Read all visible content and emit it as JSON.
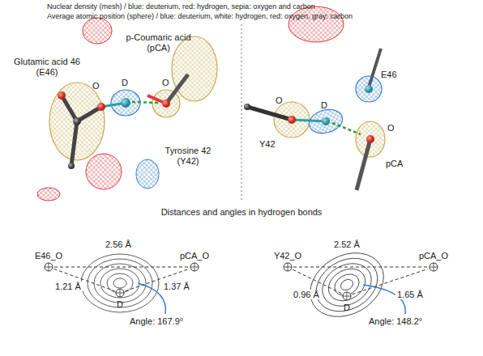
{
  "diagram": {
    "nodes": [
      {
        "text": [
          "E46_O"
        ]
      },
      {
        "text": [
          "pCA_O"
        ]
      },
      {
        "text": [
          "D"
        ]
      },
      {
        "text": [
          "Y42_O"
        ]
      },
      {
        "text": [
          "pCA_O"
        ]
      },
      {
        "text": [
          "D"
        ]
      }
    ],
    "edges": [
      {
        "from": 0,
        "to": 1,
        "arrow": "none",
        "label": "2.56 Å"
      },
      {
        "from": 0,
        "to": 2,
        "arrow": "none",
        "label": "1.21 Å"
      },
      {
        "from": 2,
        "to": 1,
        "arrow": "none",
        "label": "1.37 Å"
      },
      {
        "from": 3,
        "to": 4,
        "arrow": "none",
        "label": "2.52 Å"
      },
      {
        "from": 3,
        "to": 5,
        "arrow": "none",
        "label": "0.96 Å"
      },
      {
        "from": 5,
        "to": 4,
        "arrow": "none",
        "label": "1.65 Å"
      }
    ],
    "labels": [
      "Nuclear density (mesh) / blue: deuterium, red: hydrogen, sepia: oxygen and carbon",
      "Average atomic position (sphere) / blue: deuterium, white: hydrogen, red: oxygen, gray: carbon",
      "Glutamic acid 46 (E46)",
      "p-Coumaric acid (pCA)",
      "O",
      "D",
      "O",
      "Tyrosine 42 (Y42)",
      "E46",
      "O",
      "D",
      "Y42",
      "O",
      "pCA",
      "Distances and angles in hydrogen bonds",
      "Angle: 167.9°",
      "Angle: 148.2°"
    ]
  }
}
